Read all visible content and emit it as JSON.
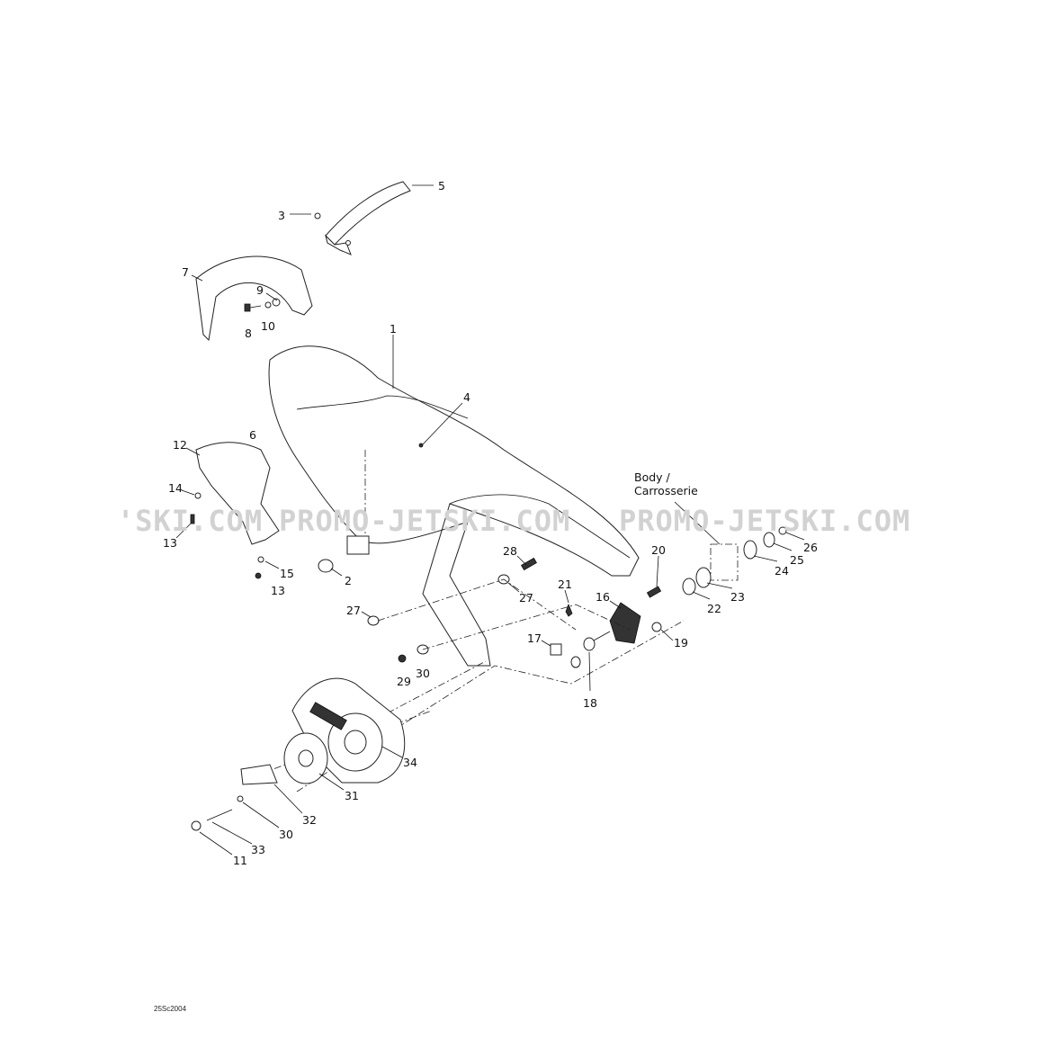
{
  "diagram": {
    "labels": [
      "5",
      "3",
      "7",
      "9",
      "10",
      "8",
      "1",
      "4",
      "6",
      "12",
      "14",
      "13",
      "15",
      "13",
      "2",
      "28",
      "27",
      "27",
      "21",
      "16",
      "20",
      "17",
      "30",
      "29",
      "18",
      "19",
      "22",
      "23",
      "24",
      "25",
      "26",
      "34",
      "31",
      "32",
      "30",
      "33",
      "11"
    ],
    "body_note_line1": "Body /",
    "body_note_line2": "Carrosserie",
    "drawing_code": "25Sc2004"
  },
  "watermark": {
    "text_1": "'SKI.COM",
    "text_2": "PROMO-JETSKI.COM",
    "text_3": "PROMO-JETSKI.COM"
  }
}
